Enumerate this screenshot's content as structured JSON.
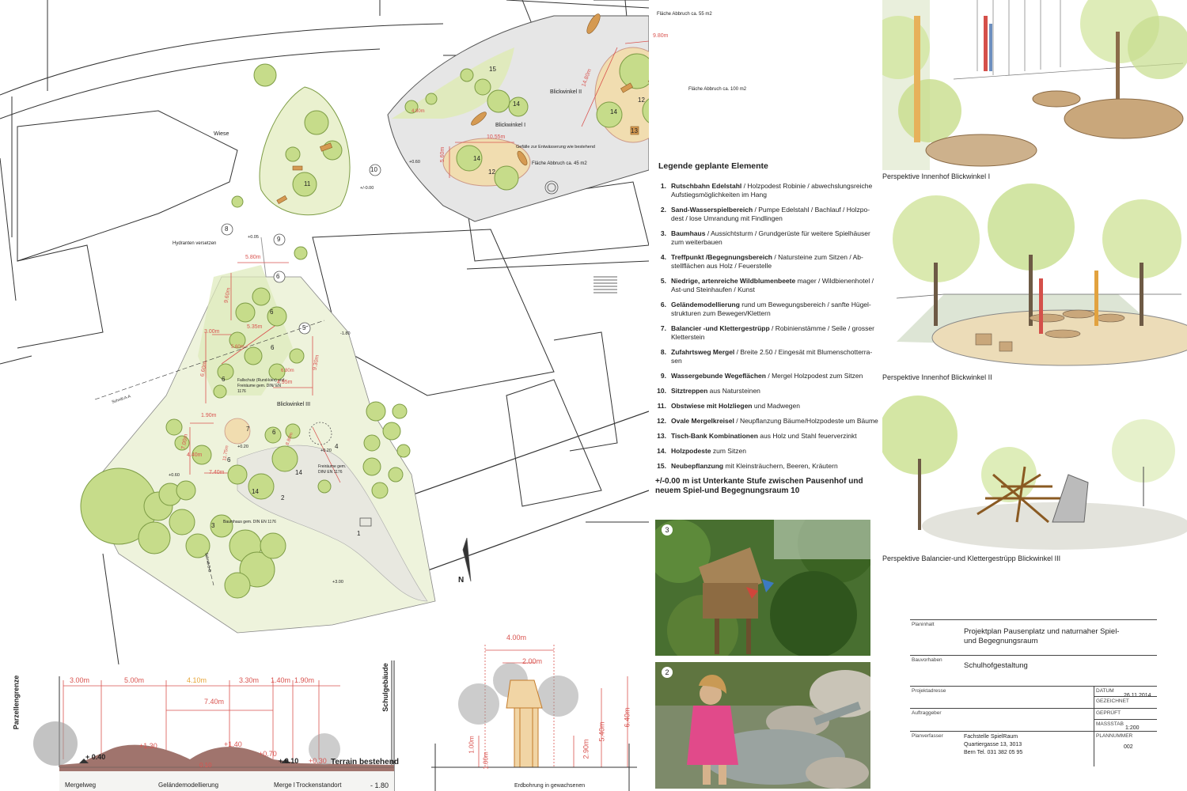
{
  "plan": {
    "labels": {
      "wiese": "Wiese",
      "hydrant": "Hydranten versetzen",
      "blickwinkel_1": "Blickwinkel I",
      "blickwinkel_2": "Blickwinkel II",
      "blickwinkel_3": "Blickwinkel III",
      "abbruch_55": "Fläche Abbruch ca. 55 m2",
      "abbruch_100": "Fläche Abbruch ca. 100 m2",
      "abbruch_45": "Fläche Abbruch ca. 45 m2",
      "gefaelle": "Gefälle zur Entwässerung wie bestehend",
      "fallschutz": "Fallschutz (Rund-kies) und Freiräume gem. DIN/ EN 1176",
      "freiraeume": "Freiräume gem. DIN/ EN 1176",
      "baumhaus": "Baumhaus gem. DIN EN 1176",
      "schnitt_aa": "Schnitt A-A",
      "schnitt_bb": "Schnitt B-B",
      "north": "N"
    },
    "levels": [
      "+0.60",
      "+/-0.00",
      "+0.05",
      "-1.80",
      "+0.20",
      "+0.60",
      "+3.00",
      "+0.20"
    ],
    "dimensions": [
      "5.80m",
      "9.60m",
      "3.00m",
      "5.35m",
      "5.60m",
      "6.60m",
      "9.30m",
      "4.95m",
      "1.90m",
      "7.00m",
      "7.40m",
      "4.40m",
      "11.75m",
      "8.80m",
      "9.80m",
      "14.80m",
      "10.55m",
      "5.60m",
      "4.80m",
      "6.80m"
    ],
    "numbers": [
      "1",
      "2",
      "3",
      "4",
      "5",
      "6",
      "6",
      "6",
      "6",
      "6",
      "6",
      "7",
      "8",
      "9",
      "10",
      "11",
      "12",
      "12",
      "13",
      "14",
      "14",
      "14",
      "14",
      "14",
      "15"
    ]
  },
  "legend": {
    "title": "Legende geplante Elemente",
    "items": [
      {
        "num": "1.",
        "bold": "Rutschbahn Edelstahl",
        "text": " / Holzpodest Robinie / abwechslungsreiche Aufstiegsmöglichkeiten im Hang"
      },
      {
        "num": "2.",
        "bold": "Sand-Wasserspielbereich",
        "text": " / Pumpe Edelstahl / Bachlauf / Holzpo- dest / lose Umrandung mit Findlingen"
      },
      {
        "num": "3.",
        "bold": "Baumhaus",
        "text": " / Aussichtsturm / Grundgerüste für weitere Spielhäuser zum weiterbauen"
      },
      {
        "num": "4.",
        "bold": "Treffpunkt /Begegnungsbereich",
        "text": " / Natursteine zum Sitzen / Ab- stellflächen aus Holz / Feuerstelle"
      },
      {
        "num": "5.",
        "bold": "Niedrige, artenreiche Wildblumenbeete",
        "text": " mager / Wildbienenhotel / Ast-und Steinhaufen / Kunst"
      },
      {
        "num": "6.",
        "bold": "Geländemodellierung",
        "text": " rund um Bewegungsbereich / sanfte Hügel- strukturen zum Bewegen/Klettern"
      },
      {
        "num": "7.",
        "bold": "Balancier -und Klettergestrüpp",
        "text": " / Robinienstämme / Seile / grosser Kletterstein"
      },
      {
        "num": "8.",
        "bold": "Zufahrtsweg Mergel",
        "text": " / Breite 2.50 / Eingesät mit Blumenschotterra- sen"
      },
      {
        "num": "9.",
        "bold": "Wassergebunde Wegeflächen",
        "text": " / Mergel Holzpodest zum Sitzen"
      },
      {
        "num": "10.",
        "bold": "Sitztreppen",
        "text": " aus Natursteinen"
      },
      {
        "num": "11.",
        "bold": "Obstwiese mit Holzliegen",
        "text": " und Madwegen"
      },
      {
        "num": "12.",
        "bold": "Ovale Mergelkreisel",
        "text": " / Neupflanzung Bäume/Holzpodeste um Bäume"
      },
      {
        "num": "13.",
        "bold": "Tisch-Bank Kombinationen",
        "text": " aus Holz und Stahl feuerverzinkt"
      },
      {
        "num": "14.",
        "bold": "Holzpodeste",
        "text": " zum Sitzen"
      },
      {
        "num": "15.",
        "bold": "Neubepflanzung",
        "text": " mit Kleinsträuchern, Beeren, Kräutern"
      }
    ],
    "note": "+/-0.00 m ist Unterkante Stufe zwischen Pausenhof und neuem Spiel-und Begegnungsraum 10"
  },
  "perspectives": [
    {
      "caption": "Perspektive Innenhof Blickwinkel I"
    },
    {
      "caption": "Perspektive Innenhof Blickwinkel II"
    },
    {
      "caption": "Perspektive Balancier-und Klettergestrüpp Blickwinkel III"
    }
  ],
  "photos": [
    {
      "badge": "3"
    },
    {
      "badge": "2"
    }
  ],
  "section": {
    "side_labels": [
      "Parzellengrenze",
      "Schulgebäude"
    ],
    "top_dims": [
      "3.00m",
      "5.00m",
      "4.10m",
      "3.30m",
      "1.40m",
      "1.90m"
    ],
    "sub_dim": "7.40m",
    "heights": [
      "+ 0.40",
      "+1.30",
      "+1.40",
      "+0.70",
      "+ 0.10",
      "+0.30",
      "0.10"
    ],
    "terrain": "Terrain bestehend",
    "depth": "- 1.80",
    "bottom_labels": [
      "Mergelweg",
      "Geländemodellierung",
      "Merge l",
      "Trockenstandort"
    ]
  },
  "treehouse": {
    "dims": [
      "4.00m",
      "2.00m",
      "6.40m",
      "5.40m",
      "2.90m",
      "1.00m",
      "1.00m"
    ],
    "bottom": "Erdbohrung in gewachsenen"
  },
  "titleblock": {
    "planinhalt_label": "Planinhalt",
    "planinhalt": "Projektplan Pausenplatz und naturnaher Spiel-und Begegnungsraum",
    "bauvorhaben_label": "Bauvorhaben",
    "bauvorhaben": "Schulhofgestaltung",
    "projektadresse_label": "Projektadresse",
    "datum_label": "DATUM",
    "datum": "26.11.2014",
    "gezeichnet_label": "GEZEICHNET",
    "auftraggeber_label": "Auftraggeber",
    "geprueft_label": "GEPRÜFT",
    "massstab_label": "MASSSTAB",
    "massstab": "1:200",
    "planverfasser_label": "Planverfasser",
    "planverfasser_1": "Fachstelle SpielRaum",
    "planverfasser_2": "Quartiergasse 13, 3013",
    "planverfasser_3": "Bern Tel. 031 382 05 95",
    "plannummer_label": "PLANNUMMER",
    "plannummer": "002"
  },
  "colors": {
    "tree": "#c6dc8a",
    "tree_dark": "#9fbe55",
    "mergel": "#f1ddb0",
    "wood": "#d59a52",
    "dim": "#d9534f",
    "ground": "#9b6a6a"
  }
}
